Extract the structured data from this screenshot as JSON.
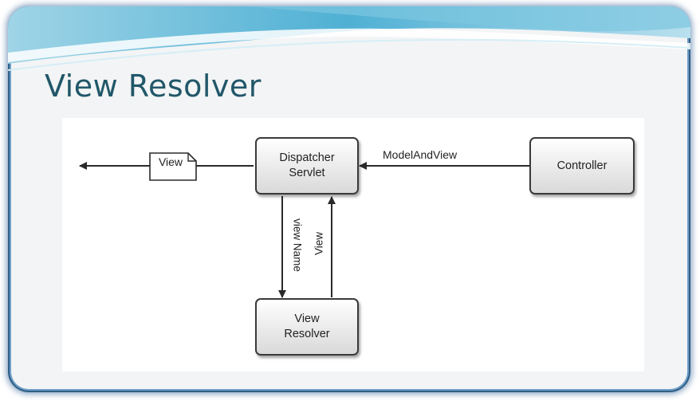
{
  "slide": {
    "title": "View Resolver"
  },
  "diagram": {
    "nodes": {
      "dispatcher": {
        "line1": "Dispatcher",
        "line2": "Servlet"
      },
      "controller": {
        "label": "Controller"
      },
      "view_resolver": {
        "line1": "View",
        "line2": "Resolver"
      }
    },
    "document_label": "View",
    "edges": {
      "controller_to_dispatcher": "ModelAndView",
      "dispatcher_to_resolver": "view Name",
      "resolver_to_dispatcher": "View"
    }
  },
  "colors": {
    "title": "#215769",
    "frame": "#2f5f86",
    "banner": "#5fb6d6"
  }
}
